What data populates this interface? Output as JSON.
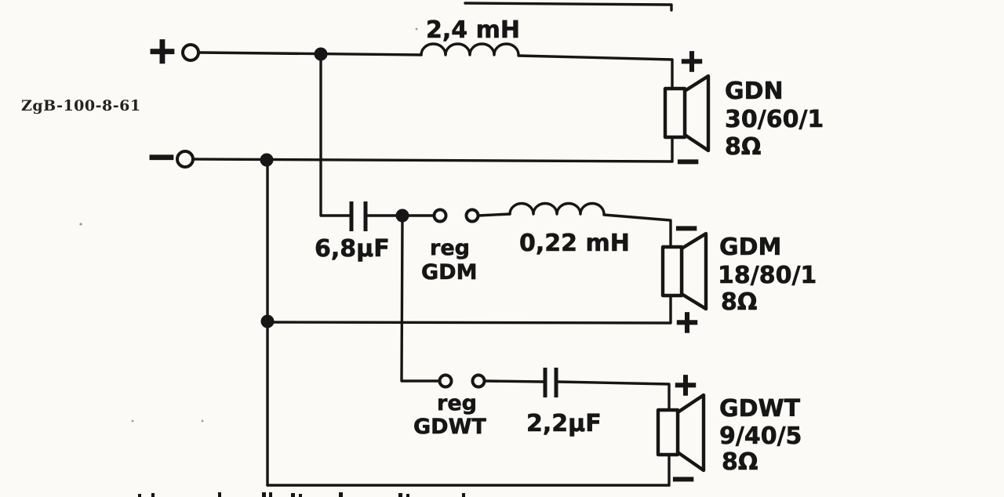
{
  "annotation": {
    "code": "ZgB-100-8-61"
  },
  "input": {
    "plus": "+",
    "minus": "−"
  },
  "crossover": {
    "woofer": {
      "inductor": "2,4 mH",
      "speaker": {
        "model": "GDN",
        "size": "30/60/1",
        "impedance": "8Ω",
        "top": "+",
        "bottom": "−"
      }
    },
    "midrange": {
      "capacitor": "6,8µF",
      "reg_line1": "reg",
      "reg_line2": "GDM",
      "inductor": "0,22 mH",
      "speaker": {
        "model": "GDM",
        "size": "18/80/1",
        "impedance": "8Ω",
        "top": "−",
        "bottom": "+"
      }
    },
    "tweeter": {
      "reg_line1": "reg",
      "reg_line2": "GDWT",
      "capacitor": "2,2µF",
      "speaker": {
        "model": "GDWT",
        "size": "9/40/5",
        "impedance": "8Ω",
        "top": "+",
        "bottom": "−"
      }
    }
  }
}
